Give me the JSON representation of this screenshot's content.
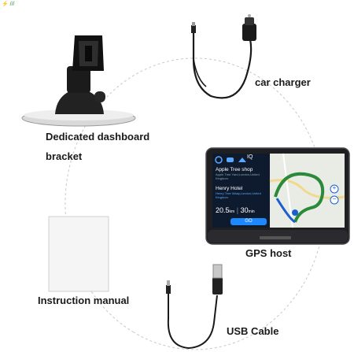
{
  "corner_mark": "⚡ ///",
  "items": {
    "charger": "car charger",
    "bracket_line1": "Dedicated dashboard",
    "bracket_line2": "bracket",
    "gps": "GPS host",
    "manual": "Instruction manual",
    "usb": "USB Cable"
  },
  "gps_screen": {
    "top_icon_label": "IQ",
    "dest1_name": "Apple Tree shop",
    "dest1_addr": "Apple Tree Yard,London,United Kingdom",
    "dest2_name": "Henry Hotel",
    "dest2_addr": "Henry Tree Waay,London,United Kingdom",
    "distance": "20.5",
    "distance_unit": "km",
    "time": "30",
    "time_unit": "min",
    "go_label": "GO",
    "zoom_in": "+",
    "zoom_out": "−"
  },
  "colors": {
    "route": "#2a8a3a",
    "route_alt": "#1a5fd0",
    "screen_dark": "#0e1a2e",
    "accent": "#1e88ff"
  }
}
